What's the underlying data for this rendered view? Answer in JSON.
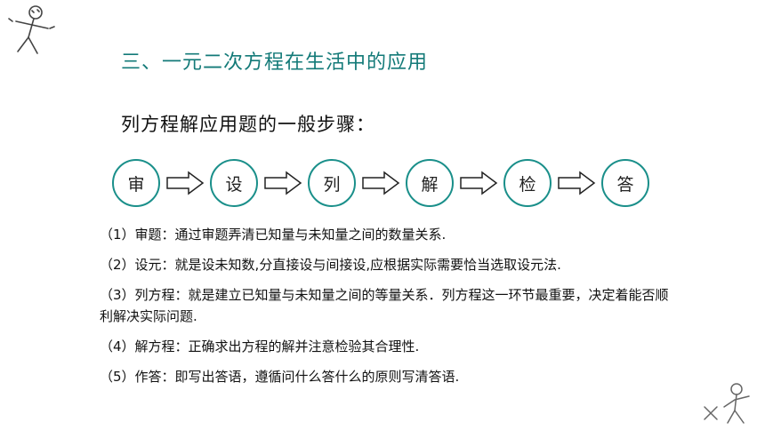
{
  "header": {
    "title": "三、一元二次方程在生活中的应用"
  },
  "section": {
    "subtitle": "列方程解应用题的一般步骤："
  },
  "flow": {
    "steps": [
      "审",
      "设",
      "列",
      "解",
      "检",
      "答"
    ]
  },
  "explanations": [
    "（1）审题：通过审题弄清已知量与未知量之间的数量关系.",
    "（2）设元：就是设未知数,分直接设与间接设,应根据实际需要恰当选取设元法.",
    "（3）列方程：就是建立已知量与未知量之间的等量关系．列方程这一环节最重要，决定着能否顺利解决实际问题.",
    "（4）解方程：正确求出方程的解并注意检验其合理性.",
    "（5）作答：即写出答语，遵循问什么答什么的原则写清答语."
  ],
  "colors": {
    "accent": "#137a78",
    "circle_border": "#1a8f8a"
  },
  "icons": {
    "top_left": "stick-figure-icon",
    "bottom_right": "stick-figure-icon"
  }
}
